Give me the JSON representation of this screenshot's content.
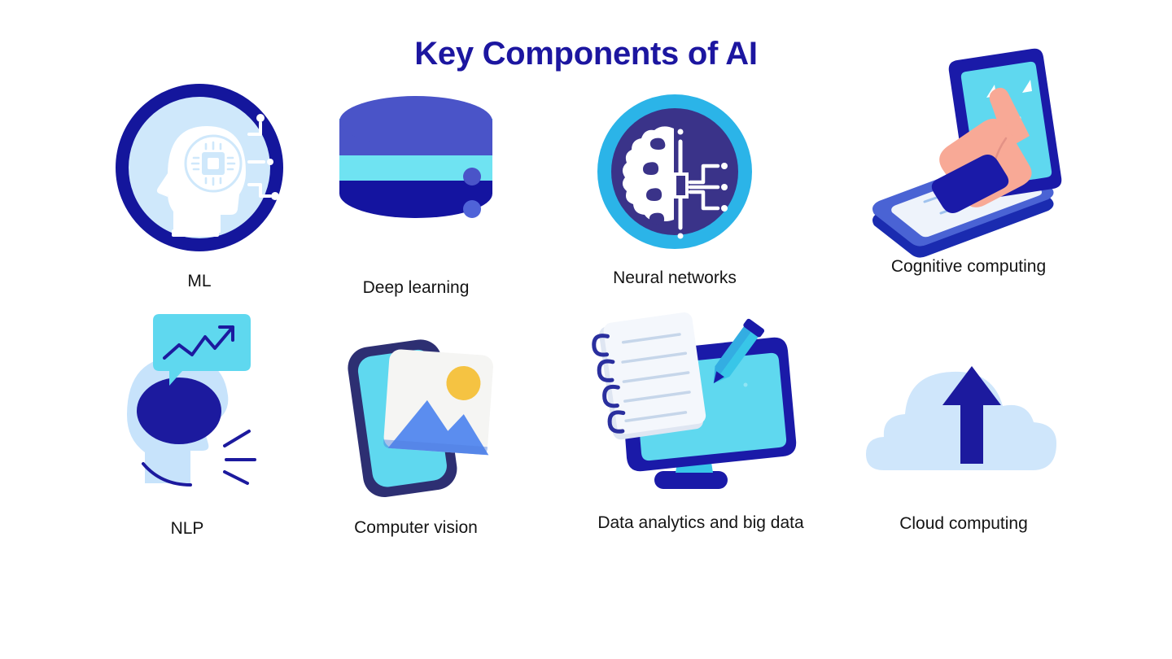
{
  "page": {
    "title": "Key Components of AI",
    "background_color": "#ffffff",
    "title_color": "#1c16a0",
    "label_color": "#141414"
  },
  "palette": {
    "navy": "#14169c",
    "deep_navy": "#1414a0",
    "indigo": "#3a3389",
    "periwinkle": "#4a54c8",
    "cyan": "#2bb4e8",
    "light_cyan": "#6fe3f2",
    "pale_blue": "#cfe8fb",
    "sky": "#5b8def",
    "skin": "#f8a996",
    "sun_yellow": "#f5c342",
    "off_white": "#f4f6fb"
  },
  "items": [
    {
      "id": "ml",
      "label": "ML",
      "icon": "brain-chip-circle-icon",
      "row": 1,
      "col": 1
    },
    {
      "id": "deep-learning",
      "label": "Deep learning",
      "icon": "database-stack-icon",
      "row": 1,
      "col": 2
    },
    {
      "id": "neural-networks",
      "label": "Neural networks",
      "icon": "brain-circuit-circle-icon",
      "row": 1,
      "col": 3
    },
    {
      "id": "cognitive-computing",
      "label": "Cognitive computing",
      "icon": "hand-touch-laptop-icon",
      "row": 1,
      "col": 4
    },
    {
      "id": "nlp",
      "label": "NLP",
      "icon": "head-speech-chart-icon",
      "row": 2,
      "col": 1
    },
    {
      "id": "computer-vision",
      "label": "Computer vision",
      "icon": "phone-photo-icon",
      "row": 2,
      "col": 2
    },
    {
      "id": "data-analytics",
      "label": "Data analytics and big data",
      "icon": "monitor-notepad-pen-icon",
      "row": 2,
      "col": 3
    },
    {
      "id": "cloud-computing",
      "label": "Cloud computing",
      "icon": "cloud-up-arrow-icon",
      "row": 2,
      "col": 4
    }
  ]
}
